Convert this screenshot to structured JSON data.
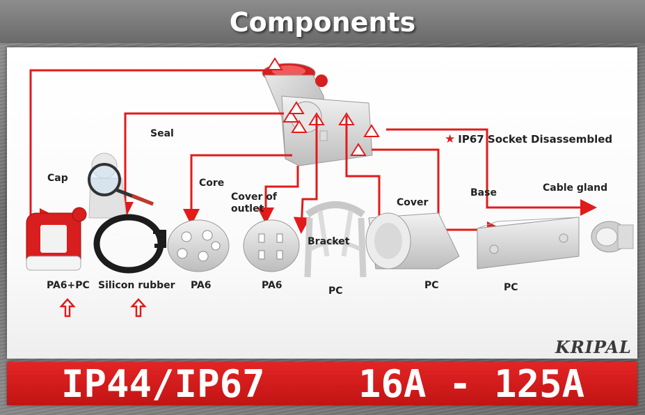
{
  "header": {
    "title": "Components"
  },
  "legend": {
    "text": "IP67 Socket Disassembled"
  },
  "labels": {
    "seal": "Seal",
    "cap": "Cap",
    "core": "Core",
    "cover_of_outlet": "Cover of outlet",
    "cover": "Cover",
    "base": "Base",
    "cable_gland": "Cable gland",
    "bracket": "Bracket"
  },
  "materials": {
    "cap": "PA6+PC",
    "seal": "Silicon rubber",
    "core": "PA6",
    "cover_of_outlet": "PA6",
    "bracket": "PC",
    "cover": "PC",
    "base": "PC"
  },
  "brand": {
    "logo": "KRIPAL"
  },
  "banner": {
    "ratings": "IP44/IP67",
    "current": "16A - 125A"
  },
  "colors": {
    "accent": "#e21a1a",
    "banner": "#d11b1b"
  }
}
